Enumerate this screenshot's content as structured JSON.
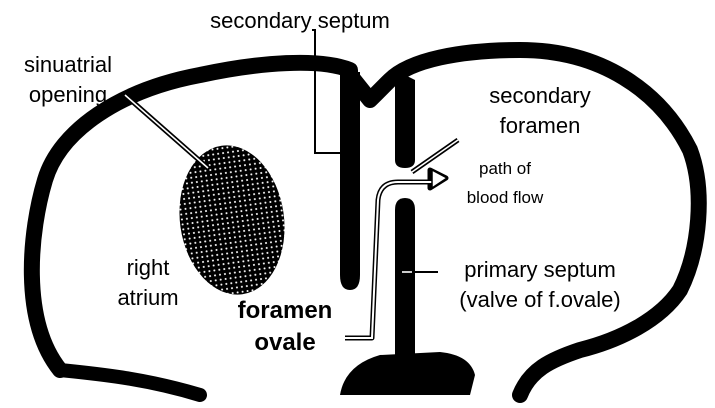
{
  "diagram": {
    "labels": {
      "secondary_septum": "secondary septum",
      "sinuatrial_line1": "sinuatrial",
      "sinuatrial_line2": "opening",
      "secondary_foramen_line1": "secondary",
      "secondary_foramen_line2": "foramen",
      "path_line1": "path of",
      "path_line2": "blood flow",
      "right_atrium_line1": "right",
      "right_atrium_line2": "atrium",
      "primary_septum_line1": "primary septum",
      "primary_septum_line2": "(valve of f.ovale)",
      "foramen_ovale_line1": "foramen",
      "foramen_ovale_line2": "ovale"
    },
    "colors": {
      "ink": "#000000",
      "background": "#ffffff"
    }
  }
}
